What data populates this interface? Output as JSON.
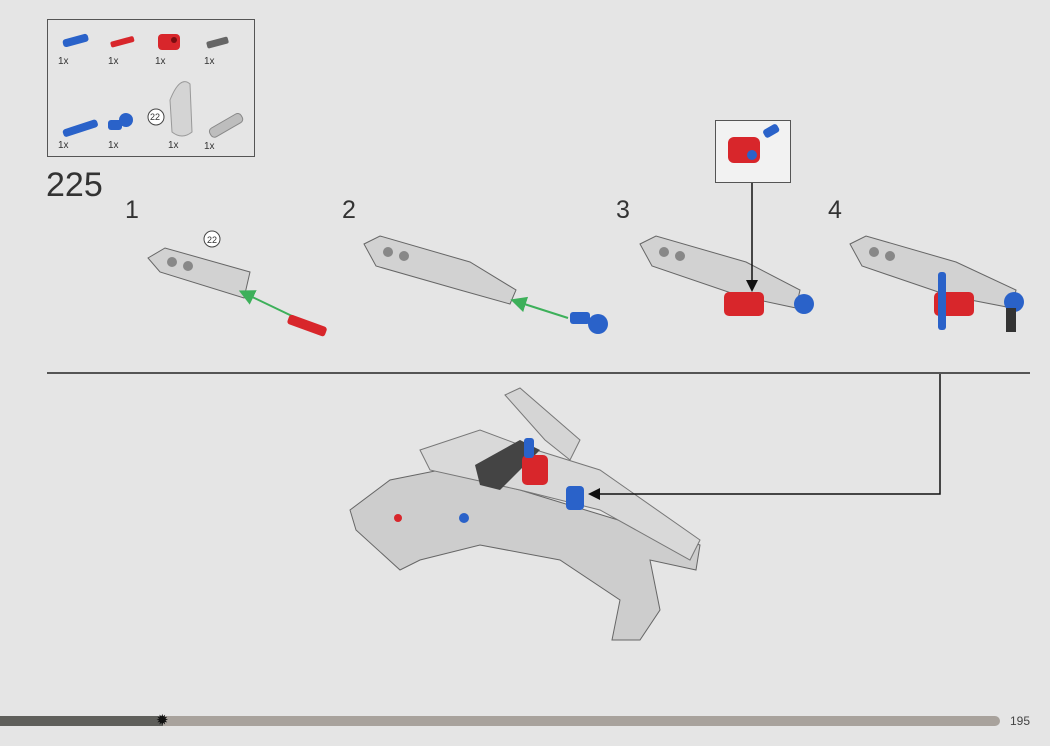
{
  "parts_list": {
    "items": [
      {
        "name": "blue-axle-pin",
        "color": "#2a62c9",
        "qty": "1x"
      },
      {
        "name": "red-axle-pin",
        "color": "#d8262b",
        "qty": "1x"
      },
      {
        "name": "red-cross-block",
        "color": "#d8262b",
        "qty": "1x"
      },
      {
        "name": "dark-gray-pin",
        "color": "#555555",
        "qty": "1x"
      },
      {
        "name": "blue-long-pin",
        "color": "#2a62c9",
        "qty": "1x"
      },
      {
        "name": "blue-axle-connector",
        "color": "#2a62c9",
        "qty": "1x"
      },
      {
        "name": "gray-panel",
        "color": "#cfcfcf",
        "qty": "1x",
        "label": "22"
      },
      {
        "name": "gray-angle-connector",
        "color": "#bdbdbd",
        "qty": "1x"
      }
    ]
  },
  "step": {
    "number": "225",
    "substeps": [
      {
        "label": "1",
        "part_label": "22"
      },
      {
        "label": "2"
      },
      {
        "label": "3"
      },
      {
        "label": "4"
      }
    ]
  },
  "colors": {
    "red": "#d8262b",
    "blue": "#2a62c9",
    "gray": "#cfcfcf",
    "arrow_green": "#3db05a",
    "dark": "#333333"
  },
  "progress": {
    "fraction": 0.163,
    "icon": "sun-gear-icon"
  },
  "page_number": "195"
}
